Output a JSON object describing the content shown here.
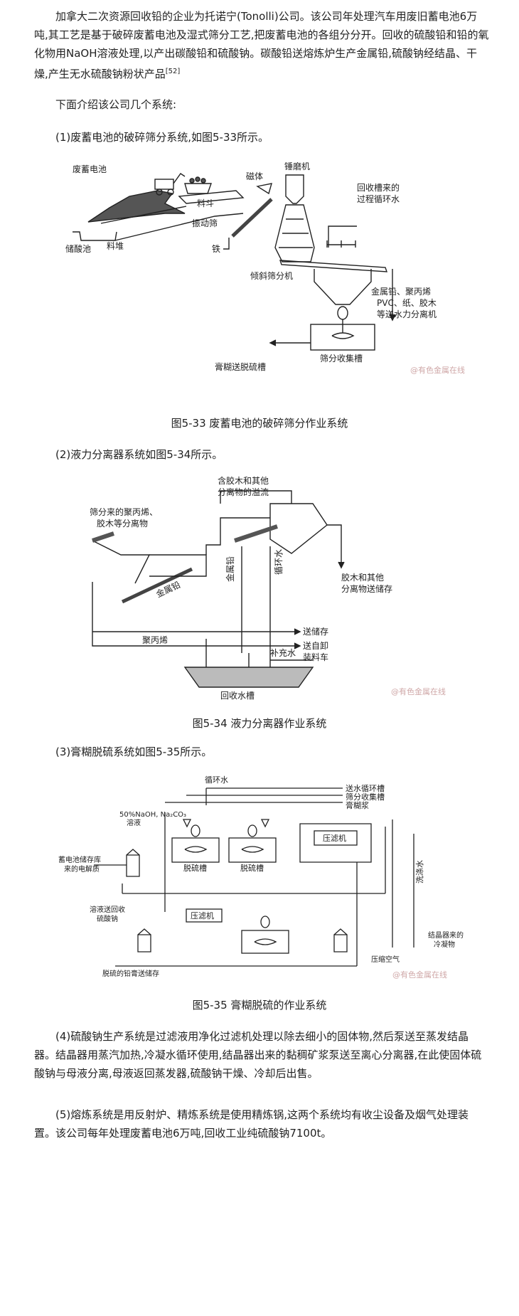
{
  "intro": {
    "text": "加拿大二次资源回收铅的企业为托诺宁(Tonolli)公司。该公司年处理汽车用废旧蓄电池6万吨,其工艺是基于破碎废蓄电池及湿式筛分工艺,把废蓄电池的各组分分开。回收的硫酸铅和铅的氧化物用NaOH溶液处理,以产出碳酸铅和硫酸钠。碳酸铅送熔炼炉生产金属铅,硫酸钠经结晶、干燥,产生无水硫酸钠粉状产品",
    "ref": "[52]"
  },
  "p_intro2": "下面介绍该公司几个系统:",
  "p_sys1": "(1)废蓄电池的破碎筛分系统,如图5-33所示。",
  "fig1": {
    "caption": "图5-33 废蓄电池的破碎筛分作业系统",
    "labels": {
      "battery": "废蓄电池",
      "acid_pool": "储酸池",
      "pile": "料堆",
      "hopper": "料斗",
      "screen": "振动筛",
      "magnet": "磁体",
      "hammer": "锤磨机",
      "recycle1": "回收槽来的",
      "recycle2": "过程循环水",
      "iron": "铁",
      "incline": "倾斜筛分机",
      "metal1": "金属铅、聚丙烯",
      "metal2": "PVC、纸、胶木",
      "metal3": "等送水力分离机",
      "collect": "筛分收集槽",
      "paste": "膏糊送脱硫槽"
    },
    "watermark": "@有色金属在线"
  },
  "p_sys2": "(2)液力分离器系统如图5-34所示。",
  "fig2": {
    "caption": "图5-34 液力分离器作业系统",
    "labels": {
      "overflow1": "含胶木和其他",
      "overflow2": "分离物的溢流",
      "screened1": "筛分来的聚丙烯、",
      "screened2": "胶木等分离物",
      "bakelite1": "胶木和其他",
      "bakelite2": "分离物送储存",
      "metal_lead": "金属铅",
      "metal_lead2": "金属铅",
      "circ": "循环水",
      "to_store": "送储存",
      "pp": "聚丙烯",
      "unload1": "送自卸",
      "unload2": "装料车",
      "makeup": "补充水",
      "tank": "回收水槽"
    },
    "watermark": "@有色金属在线"
  },
  "p_sys3": "(3)膏糊脱硫系统如图5-35所示。",
  "fig3": {
    "caption": "图5-35 膏糊脱硫的作业系统",
    "labels": {
      "circ": "循环水",
      "r1": "送水循环槽",
      "r2": "筛分收集槽",
      "r3": "膏糊浆",
      "naoh1": "50%NaOH, Na₂CO₃",
      "naoh2": "溶液",
      "store1": "蓄电池储存库",
      "store2": "来的电解质",
      "desulf1": "脱硫槽",
      "desulf2": "脱硫槽",
      "press1": "压滤机",
      "press2": "压滤机",
      "wash": "洗涤水",
      "sol1": "溶液送回收",
      "sol2": "硫酸钠",
      "cryst1": "结晶器来的",
      "cryst2": "冷凝物",
      "air": "压缩空气",
      "out": "脱硫的铅膏送储存"
    },
    "watermark": "@有色金属在线"
  },
  "p_sys4": "(4)硫酸钠生产系统是过滤液用净化过滤机处理以除去细小的固体物,然后泵送至蒸发结晶器。结晶器用蒸汽加热,冷凝水循环使用,结晶器出来的黏稠矿浆泵送至离心分离器,在此使固体硫酸钠与母液分离,母液返回蒸发器,硫酸钠干燥、冷却后出售。",
  "p_sys5": "(5)熔炼系统是用反射炉、精炼系统是使用精炼锅,这两个系统均有收尘设备及烟气处理装置。该公司每年处理废蓄电池6万吨,回收工业纯硫酸钠7100t。"
}
